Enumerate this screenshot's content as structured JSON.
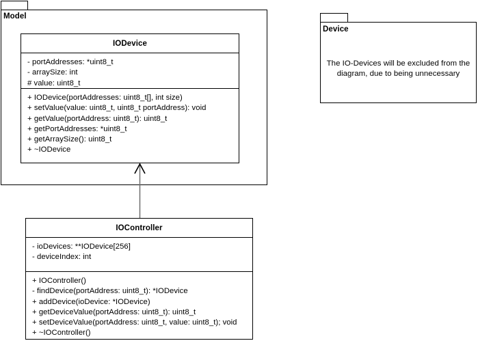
{
  "diagram": {
    "type": "uml-class-diagram",
    "background": "#ffffff",
    "line_color": "#000000"
  },
  "packages": [
    {
      "id": "model",
      "name": "Model"
    },
    {
      "id": "device",
      "name": "Device"
    }
  ],
  "note": {
    "line1": "The IO-Devices will be excluded from the",
    "line2": "diagram, due to being unnecessary"
  },
  "classes": [
    {
      "id": "iodevice",
      "name": "IODevice",
      "attributes": [
        "- portAddresses: *uint8_t",
        "- arraySize: int",
        "# value: uint8_t"
      ],
      "operations": [
        "+ IODevice(portAddresses: uint8_t[], int size)",
        "+ setValue(value: uint8_t, uint8_t portAddress): void",
        "+ getValue(portAddress: uint8_t): uint8_t",
        "+ getPortAddresses: *uint8_t",
        "+ getArraySize(): uint8_t",
        "+ ~IODevice"
      ]
    },
    {
      "id": "iocontroller",
      "name": "IOController",
      "attributes": [
        "- ioDevices: **IODevice[256]",
        "- deviceIndex: int"
      ],
      "operations": [
        "+ IOController()",
        "- findDevice(portAddress: uint8_t): *IODevice",
        "+ addDevice(ioDevice: *IODevice)",
        "+ getDeviceValue(portAddress: uint8_t): uint8_t",
        "+ setDeviceValue(portAddress: uint8_t, value: uint8_t); void",
        "+ ~IOController()"
      ]
    }
  ],
  "relationships": [
    {
      "id": "generalization-iocontroller-iodevice",
      "type": "generalization",
      "from": "IOController",
      "to": "IODevice",
      "arrow": "hollow-triangle-open"
    }
  ]
}
